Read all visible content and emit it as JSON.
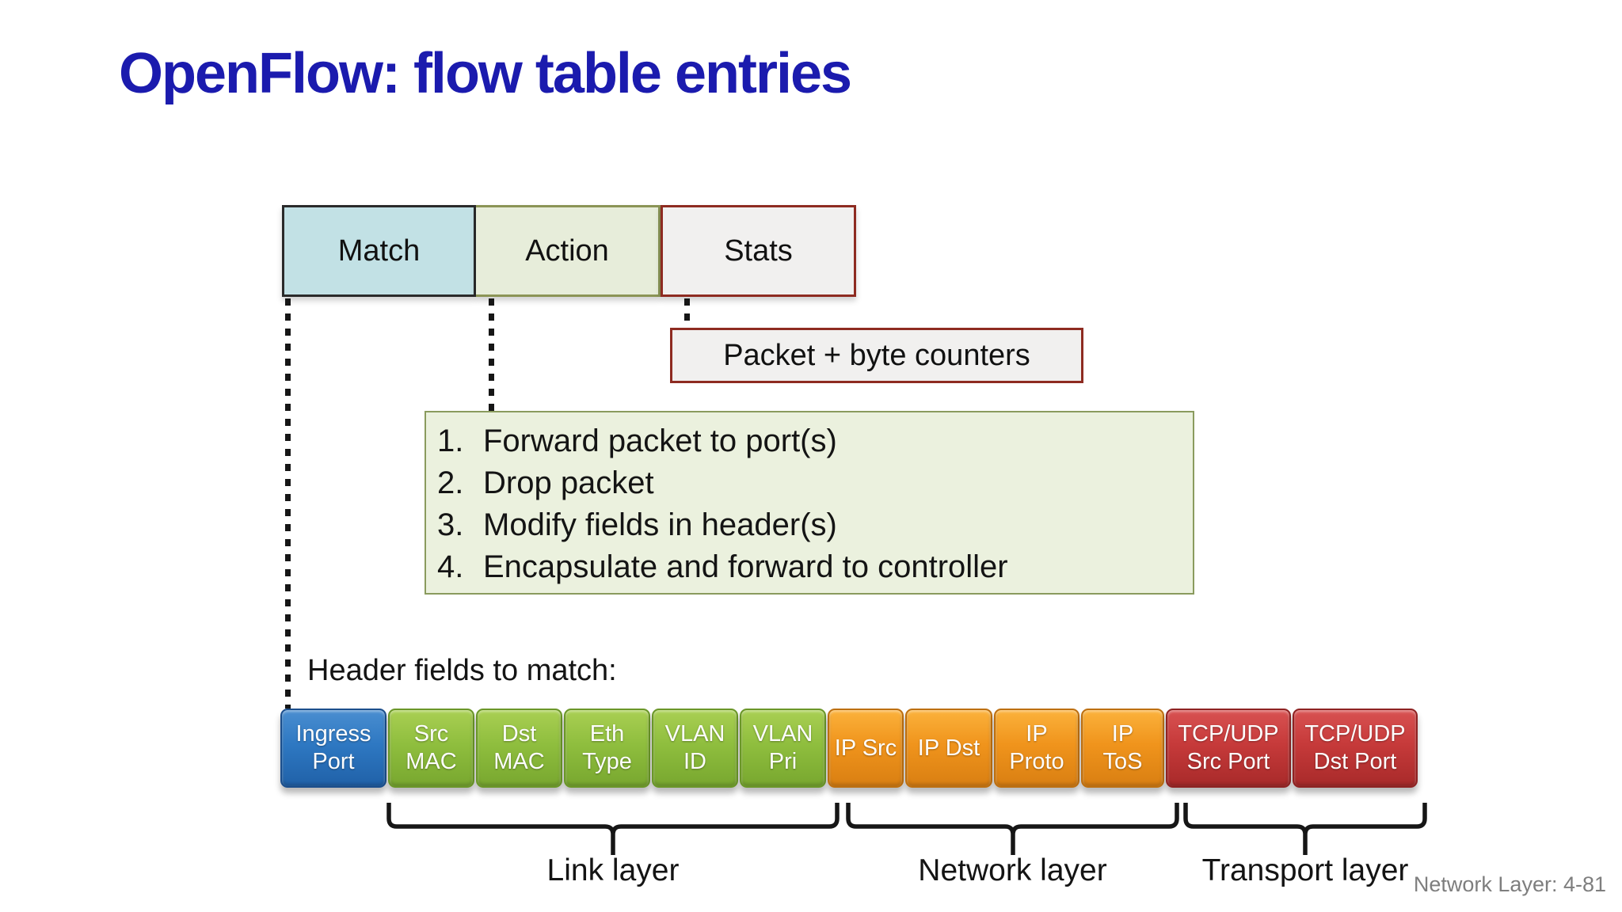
{
  "title": "OpenFlow: flow table entries",
  "flow_table": {
    "match": "Match",
    "action": "Action",
    "stats": "Stats"
  },
  "stats_annotation": "Packet + byte counters",
  "action_list": [
    "Forward packet to port(s)",
    "Drop packet",
    "Modify fields in header(s)",
    "Encapsulate and forward to controller"
  ],
  "match_section": {
    "heading": "Header fields to match:",
    "fields": [
      {
        "lines": [
          "Ingress",
          "Port"
        ],
        "group": "ingress"
      },
      {
        "lines": [
          "Src",
          "MAC"
        ],
        "group": "link"
      },
      {
        "lines": [
          "Dst",
          "MAC"
        ],
        "group": "link"
      },
      {
        "lines": [
          "Eth",
          "Type"
        ],
        "group": "link"
      },
      {
        "lines": [
          "VLAN",
          "ID"
        ],
        "group": "link"
      },
      {
        "lines": [
          "VLAN",
          "Pri"
        ],
        "group": "link"
      },
      {
        "lines": [
          "IP Src"
        ],
        "group": "network"
      },
      {
        "lines": [
          "IP Dst"
        ],
        "group": "network"
      },
      {
        "lines": [
          "IP",
          "Proto"
        ],
        "group": "network"
      },
      {
        "lines": [
          "IP",
          "ToS"
        ],
        "group": "network"
      },
      {
        "lines": [
          "TCP/UDP",
          "Src Port"
        ],
        "group": "transport"
      },
      {
        "lines": [
          "TCP/UDP",
          "Dst Port"
        ],
        "group": "transport"
      }
    ],
    "layers": [
      {
        "label": "Link layer"
      },
      {
        "label": "Network layer"
      },
      {
        "label": "Transport layer"
      }
    ]
  },
  "footer": "Network Layer: 4-81",
  "colors": {
    "title_blue": "#1b1bae",
    "match_fill": "#c2e1e5",
    "action_fill": "#e7edda",
    "stats_fill": "#f1f0ef",
    "stats_border_red": "#8e2b21",
    "action_list_fill": "#ebf1de",
    "ingress_blue": "#2e78c2",
    "link_green": "#8fbe3e",
    "network_orange": "#f0941c",
    "transport_red": "#c63a3a"
  }
}
